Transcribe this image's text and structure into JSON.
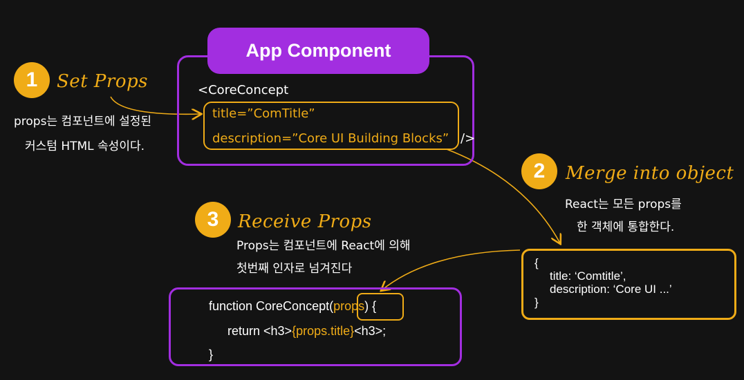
{
  "app_component": {
    "title": "App Component",
    "line_open": "<CoreConcept",
    "line_title": "title=”ComTitle”",
    "line_description": "description=”Core UI Building Blocks”",
    "line_close": "/>"
  },
  "step1": {
    "number": "1",
    "heading": "Set Props",
    "desc_line1": "props는 컴포넌트에 설정된",
    "desc_line2": "커스텀 HTML 속성이다."
  },
  "step2": {
    "number": "2",
    "heading": "Merge into object",
    "desc_line1": "React는 모든 props를",
    "desc_line2": "한 객체에 통합한다."
  },
  "step3": {
    "number": "3",
    "heading": "Receive Props",
    "desc_line1": "Props는 컴포넌트에 React에 의해",
    "desc_line2": "첫번째 인자로 넘겨진다"
  },
  "object_box": {
    "open": "{",
    "line_title": "title: ‘Comtitle’,",
    "line_description": "description: ‘Core UI ...’",
    "close": "}"
  },
  "function_box": {
    "line1_pre": "function CoreConcept(",
    "line1_props": "props",
    "line1_post": ") {",
    "line2_pre": "return <h3>",
    "line2_expr": "{props.title}",
    "line2_post": "<h3>;",
    "line3": "}"
  },
  "colors": {
    "background": "#131313",
    "purple": "#a22ee0",
    "yellow": "#f0ac17"
  }
}
